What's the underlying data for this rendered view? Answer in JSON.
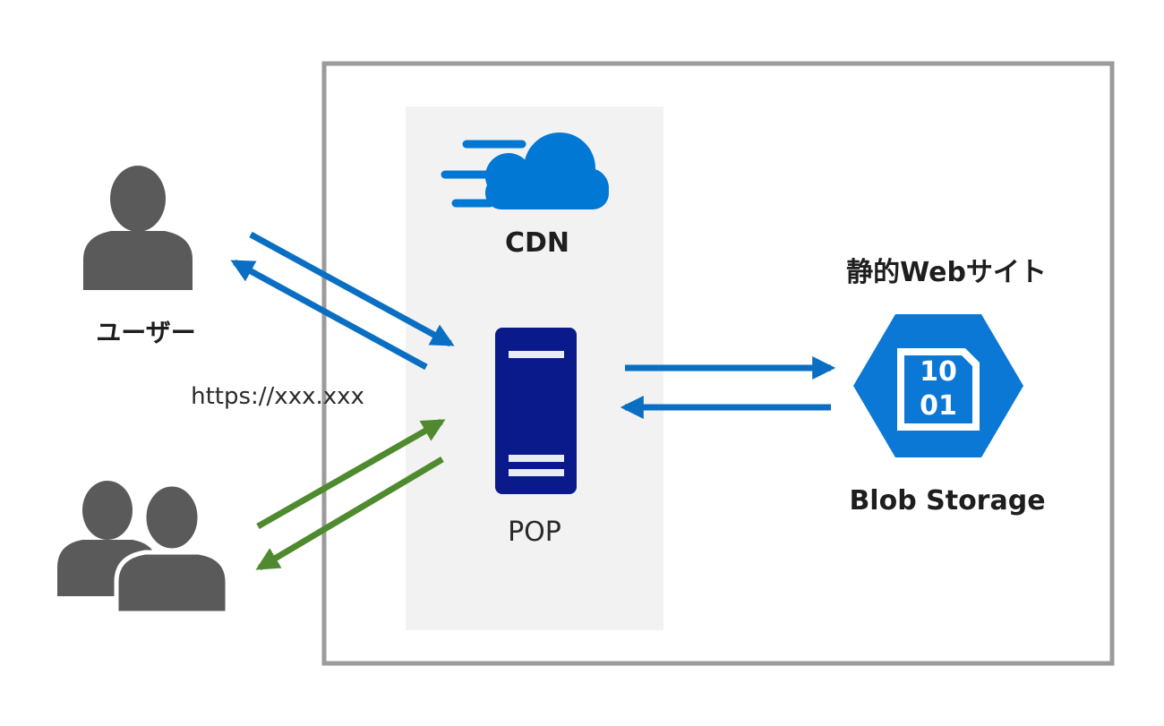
{
  "labels": {
    "user_single": "ユーザー",
    "url": "https://xxx.xxx",
    "cdn": "CDN",
    "pop": "POP",
    "static_website": "静的Webサイト",
    "blob_storage": "Blob Storage",
    "blob_icon_line1": "10",
    "blob_icon_line2": "01"
  },
  "colors": {
    "outer_border": "#9b9b9b",
    "cdn_panel": "#f2f2f2",
    "person": "#5a5a5a",
    "cdn_cloud": "#0078d4",
    "pop_server": "#0a1a8a",
    "blob_hex": "#0a78d4",
    "arrow_blue": "#0a6fc2",
    "arrow_green": "#4f8a2e"
  },
  "icons": {
    "user_single": "person-icon",
    "user_group": "people-group-icon",
    "cdn": "cdn-cloud-icon",
    "pop": "server-icon",
    "blob": "blob-storage-icon"
  }
}
